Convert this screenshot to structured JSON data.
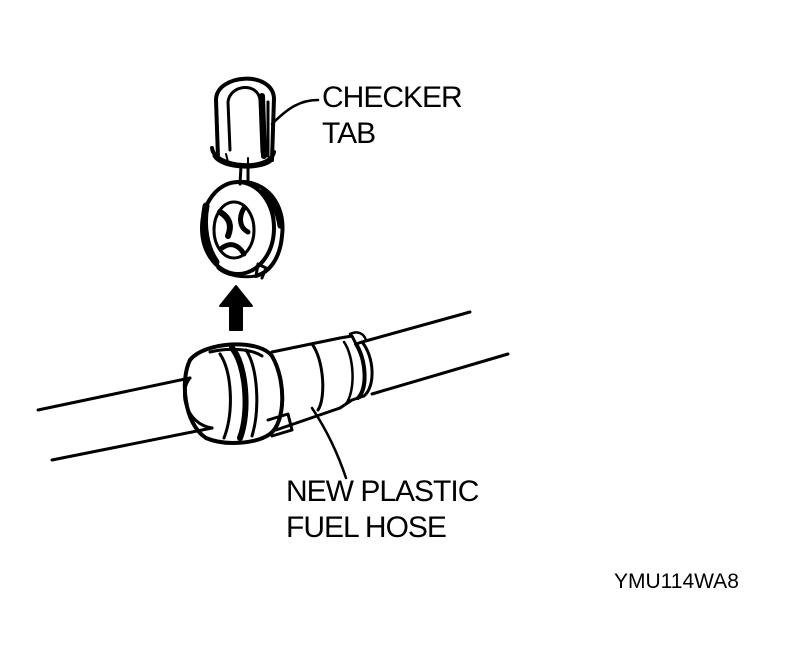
{
  "labels": {
    "checker_tab_line1": "CHECKER",
    "checker_tab_line2": "TAB",
    "fuel_hose_line1": "NEW PLASTIC",
    "fuel_hose_line2": "FUEL HOSE"
  },
  "figure_code": "YMU114WA8",
  "parts": [
    {
      "name": "checker-tab",
      "label_key": "checker_tab"
    },
    {
      "name": "retainer-ring"
    },
    {
      "name": "fuel-hose",
      "label_key": "fuel_hose"
    }
  ],
  "colors": {
    "ink": "#000000",
    "paper": "#ffffff"
  }
}
